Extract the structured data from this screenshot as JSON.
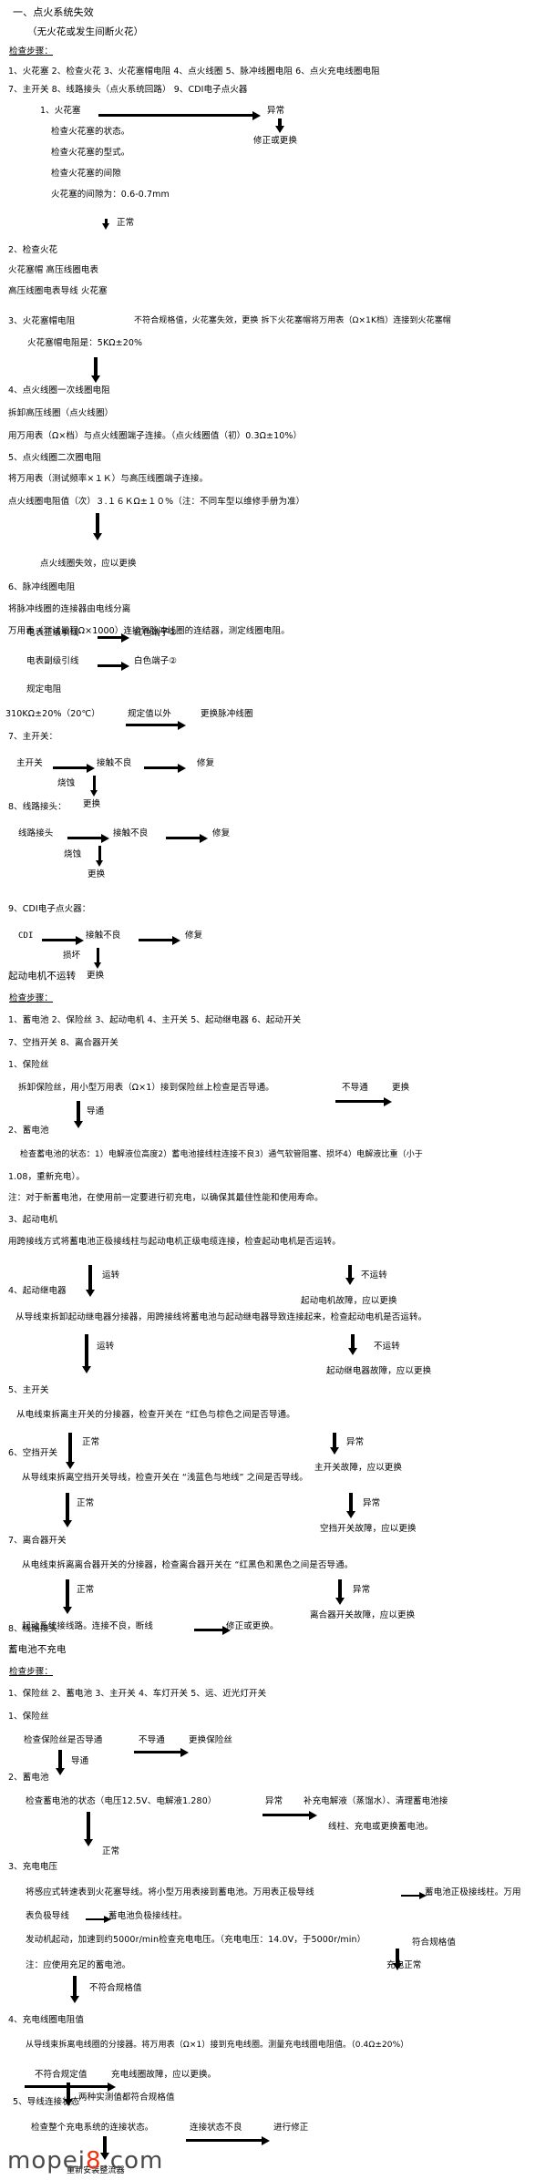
{
  "document": {
    "title_line": "一、点火系统失效",
    "subtitle_line": "（无火花或发生间断火花）",
    "steps_label_1": "检查步骤：",
    "steps_list_1a": "1、火花塞      2、检查火花      3、火花塞帽电阻      4、点火线圈      5、脉冲线圈电阻      6、点火充电线圈电阻",
    "steps_list_1b": "7、主开关      8、线路接头（点火系统回路）      9、CDI电子点火器",
    "s1_heading": "1、火花塞",
    "s1_abnormal": "异常",
    "s1_fix": "修正或更换",
    "s1_l1": "检查火花塞的状态。",
    "s1_l2": "检查火花塞的型式。",
    "s1_l3": "检查火花塞的间隙",
    "s1_l4": "火花塞的间隙为：0.6-0.7mm",
    "s1_normal": "正常",
    "s2_heading": "2、检查火花",
    "s2_l1": "火花塞帽      高压线圈电表",
    "s2_l2": "高压线圈电表导线      火花塞",
    "s3_heading": "3、火花塞帽电阻",
    "s3_note": "不符合规格值，火花塞失效，更换 拆下火花塞帽将万用表（Ω×1K档）连接到火花塞帽",
    "s3_l1": "火花塞帽电阻是：5KΩ±20%",
    "s4_heading": "4、点火线圈一次线圈电阻",
    "s4_l1": "拆卸高压线圈（点火线圈）",
    "s4_l2": "用万用表（Ω×档）与点火线圈端子连接。（点火线圈值（初）0.3Ω±10%）",
    "s5_heading": "5、点火线圈二次圈电阻",
    "s5_l1": "将万用表（测试频率×１Ｋ）与高压线圈端子连接。",
    "s5_l2": "点火线圈电阻值（次）３.１６ＫΩ±１０%（注：不同车型以维修手册为准）",
    "s5_result": "点火线圈失效，应以更换",
    "s6_heading": "6、脉冲线圈电阻",
    "s6_l1": "将脉冲线圈的连接器由电线分离",
    "s6_l2": "万用表（测试量程Ω×1000）连接到脉冲线圈的连结器，测定线圈电阻。",
    "s6_l3a": "电表正级引线",
    "s6_l3b": "红色端子①",
    "s6_l4a": "电表副级引线",
    "s6_l4b": "白色端子②",
    "s6_l5": "规定电阻",
    "s6_l6a": "310KΩ±20%（20℃）",
    "s6_l6b": "规定值以外",
    "s6_l6c": "更换脉冲线圈",
    "s7_heading": "7、主开关：",
    "s7_a": "主开关",
    "s7_b": "接触不良",
    "s7_c": "修复",
    "s7_d": "烧蚀",
    "s7_e": "更换",
    "s8_heading": "8、线路接头：",
    "s8_a": "线路接头",
    "s8_b": "接触不良",
    "s8_c": "修复",
    "s8_d": "烧蚀",
    "s8_e": "更换",
    "s9_heading": "9、CDI电子点火器：",
    "s9_a": "CDI",
    "s9_b": "接触不良",
    "s9_c": "修复",
    "s9_d": "损坏",
    "s9_e": "更换",
    "sec2_title": "起动电机不运转",
    "steps_label_2": "检查步骤：",
    "steps_list_2a": "1、蓄电池   2、保险丝   3、起动电机   4、主开关   5、起动继电器   6、起动开关",
    "steps_list_2b": "7、空挡开关   8、离合器开关",
    "b1_heading": "1、保险丝",
    "b1_l1": "拆卸保险丝，用小型万用表（Ω×1）接到保险丝上检查是否导通。",
    "b1_bad": "不导通",
    "b1_bad_act": "更换",
    "b1_ok": "导通",
    "b2_heading": "2、蓄电池",
    "b2_l1": "检查蓄电池的状态：1）电解液位高度2）蓄电池接线柱连接不良3）通气软管阻塞、损坏4）电解液比重（小于",
    "b2_l2": "1.08，重新充电）。",
    "b2_l3": "注：对于新蓄电池，在使用前一定要进行初充电，以确保其最佳性能和使用寿命。",
    "b3_heading": "3、起动电机",
    "b3_l1": "用跨接线方式将蓄电池正极接线柱与起动电机正级电缆连接，检查起动电机是否运转。",
    "b3_ok": "运转",
    "b3_bad": "不运转",
    "b3_bad_act": "起动电机故障，应以更换",
    "b4_heading": "4、起动继电器",
    "b4_l1": "从导线束拆卸起动继电器分接器，用跨接线将蓄电池与起动继电器导致连接起来，检查起动电机是否运转。",
    "b4_ok": "运转",
    "b4_bad": "不运转",
    "b4_bad_act": "起动继电器故障，应以更换",
    "b5_heading": "5、主开关",
    "b5_l1": "从电线束拆离主开关的分接器，检查开关在 “红色与棕色之间是否导通。",
    "b5_ok": "正常",
    "b5_bad": "异常",
    "b5_bad_act": "主开关故障，应以更换",
    "b6_heading": "6、空挡开关",
    "b6_l1": "从导线束拆离空挡开关导线，检查开关在 “浅蓝色与地线” 之间是否导线。",
    "b6_ok": "正常",
    "b6_bad": "异常",
    "b6_bad_act": "空挡开关故障，应以更换",
    "b7_heading": "7、离合器开关",
    "b7_l1": "从电线束拆离离合器开关的分接器，检查离合器开关在 “红黑色和黑色之间是否导通。",
    "b7_ok": "正常",
    "b7_bad": "异常",
    "b7_bad_act": "离合器开关故障，应以更换",
    "b8_heading": "8、线路接头",
    "b8_l1": "起动系统接线路。连接不良，断线",
    "b8_l2": "修正或更换。",
    "sec3_title": "蓄电池不充电",
    "steps_label_3": "检查步骤：",
    "steps_list_3": "1、保险丝      2、蓄电池      3、主开关      4、车灯开关      5、远、近光灯开关",
    "c1_heading": "1、保险丝",
    "c1_l1": "检查保险丝是否导通",
    "c1_bad": "不导通",
    "c1_bad_act": "更换保险丝",
    "c1_ok": "导通",
    "c2_heading": "2、蓄电池",
    "c2_l1": "检查蓄电池的状态（电压12.5V、电解液1.280）",
    "c2_bad": "异常",
    "c2_bad_act1": "补充电解液（蒸馏水）、清理蓄电池接",
    "c2_bad_act2": "线柱、充电或更换蓄电池。",
    "c2_ok": "正常",
    "c3_heading": "3、充电电压",
    "c3_l1": "将感应式转速表到火花塞导线。将小型万用表接到蓄电池。万用表正极导线",
    "c3_l1b": "蓄电池正极接线柱。万用",
    "c3_l2a": "表负极导线",
    "c3_l2b": "蓄电池负极接线柱。",
    "c3_l3": "发动机起动，加速到约5000r/min检查充电电压。（充电电压：14.0V，于5000r/min）",
    "c3_ok": "符合规格值",
    "c3_ok_act": "充电正常",
    "c3_note": "注：应使用充足的蓄电池。",
    "c3_bad": "不符合规格值",
    "c4_heading": "4、充电线圈电阻值",
    "c4_l1": "从导线束拆离电线圈的分接器。将万用表（Ω×1）接到充电线圈。测量充电线圈电阻值。（0.4Ω±20%）",
    "c4_bad": "不符合规定值",
    "c4_bad_act": "充电线圈故障，应以更换。",
    "c4_ok": "两种实测值都符合规格值",
    "c5_heading": "5、导线连接状态",
    "c5_l1": "检查整个充电系统的连接状态。",
    "c5_bad": "连接状态不良",
    "c5_bad_act": "进行修正",
    "c5_ok_act": "重新安装整流器",
    "watermark": {
      "prefix": "mopei",
      "highlight": "8",
      "suffix": ".com"
    }
  },
  "colors": {
    "text": "#000000",
    "background": "#ffffff",
    "watermark": "#4a4a4a",
    "watermark_accent": "#ee3311"
  }
}
